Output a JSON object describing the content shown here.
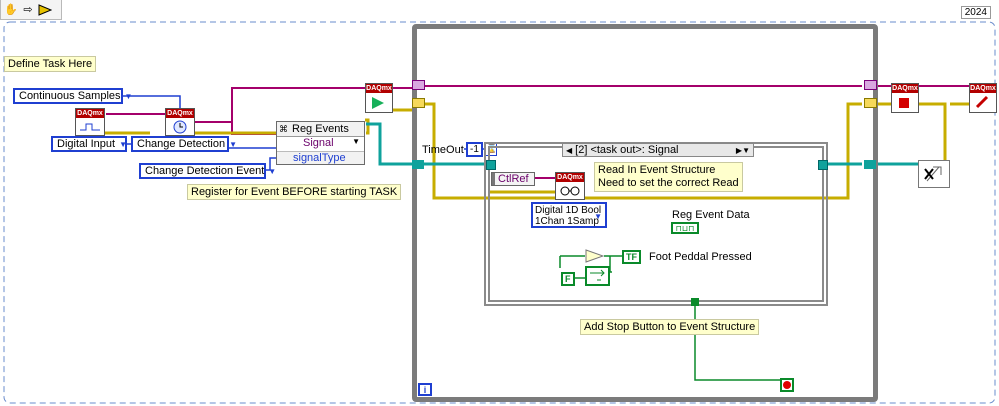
{
  "year_badge": "2024",
  "toolbar": {
    "tools": [
      "hand-tool-icon",
      "arrow-tool-icon",
      "run-vi-icon"
    ]
  },
  "labels": {
    "define_task": "Define Task Here",
    "register_note": "Register for Event BEFORE starting TASK",
    "read_note_line1": "Read In Event Structure",
    "read_note_line2": "Need to set the correct Read",
    "stop_note": "Add Stop Button to Event Structure",
    "timeout": "TimeOut",
    "reg_event_data": "Reg Event Data",
    "foot_pedal": "Foot Peddal Pressed"
  },
  "controls": {
    "sample_mode": "Continuous Samples",
    "channel_type": "Digital Input",
    "timing_type": "Change Detection",
    "event_type": "Change Detection Event",
    "timeout_value": "-1",
    "read_poly_line1": "Digital 1D Bool",
    "read_poly_line2": "1Chan 1Samp"
  },
  "reg_events": {
    "title": "Reg Events",
    "row1": "Signal",
    "row2": "signalType"
  },
  "event_structure": {
    "case_selector": "[2] <task out>: Signal",
    "ctlref": "CtlRef"
  },
  "node_text": {
    "daqmx": "DAQmx",
    "bool_false": "F",
    "bool_tf": "TF",
    "info_i": "i"
  },
  "colors": {
    "error_wire": "#c7ad00",
    "task_wire": "#a4006b",
    "event_wire": "#0fa29c",
    "bool_wire": "#0a8a2a",
    "enum_wire": "#1f3fd1"
  }
}
